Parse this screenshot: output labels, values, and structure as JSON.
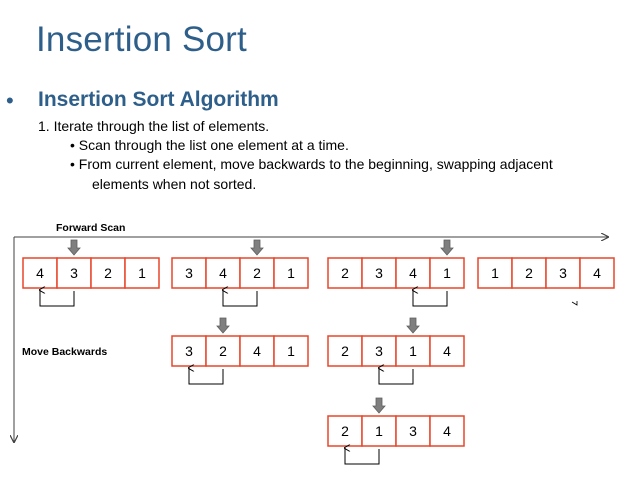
{
  "title": "Insertion Sort",
  "bullet": "•",
  "heading": "Insertion Sort Algorithm",
  "step1": "1.  Iterate through the list of elements.",
  "sub1": "•   Scan through the list one element at a time.",
  "sub2_line1": "•   From current element, move backwards to the beginning, swapping adjacent",
  "sub2_line2": "elements when not sorted.",
  "forward_label": "Forward Scan",
  "backward_label": "Move Backwards",
  "colors": {
    "title": "#2e5f8a",
    "box_border": "#e8462a",
    "pointer": "#7f7f7f",
    "arrow": "#404040"
  },
  "arrays": {
    "a1": [
      "4",
      "3",
      "2",
      "1"
    ],
    "a2": [
      "3",
      "4",
      "2",
      "1"
    ],
    "a3": [
      "2",
      "3",
      "4",
      "1"
    ],
    "a4": [
      "1",
      "2",
      "3",
      "4"
    ],
    "b2": [
      "3",
      "2",
      "4",
      "1"
    ],
    "b3": [
      "2",
      "3",
      "1",
      "4"
    ],
    "c3": [
      "2",
      "1",
      "3",
      "4"
    ]
  }
}
